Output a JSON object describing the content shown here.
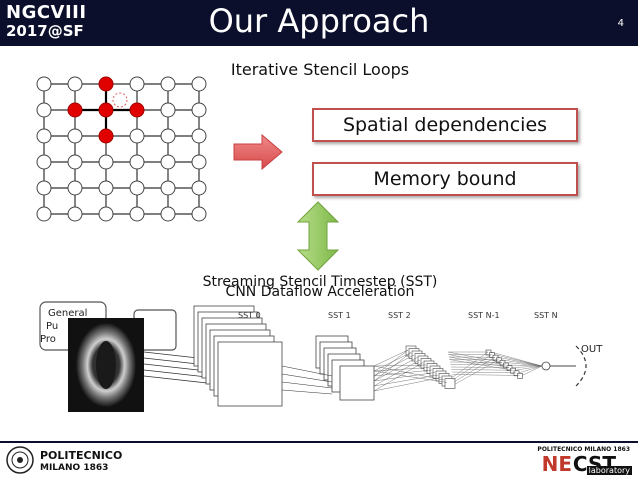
{
  "header": {
    "logo_line1": "NGCVIII",
    "logo_line2": "2017@SF",
    "title": "Our Approach",
    "slide_number": "4"
  },
  "content": {
    "subtitle": "Iterative Stencil Loops",
    "box1": "Spatial dependencies",
    "box2": "Memory bound",
    "overlap_text_1": "Streaming Stencil Timestep (SST)",
    "overlap_text_2": "CNN Dataflow Acceleration"
  },
  "diagram": {
    "general_box": [
      "General",
      "Pu",
      "Pro"
    ],
    "sst_labels": [
      "SST 0",
      "SST 1",
      "SST 2",
      "SST N-1",
      "SST N"
    ],
    "out_label": "OUT"
  },
  "footer": {
    "politecnico_line1": "POLITECNICO",
    "politecnico_line2": "MILANO 1863",
    "necst_top": "POLITECNICO MILANO 1863",
    "necst_ne": "NE",
    "necst_cst": "CST",
    "necst_lab": "laboratory"
  },
  "colors": {
    "header_bg": "#0b0f2b",
    "accent_red": "#c0504d",
    "node_red": "#e00000",
    "arrow_green": "#8bc34a"
  }
}
